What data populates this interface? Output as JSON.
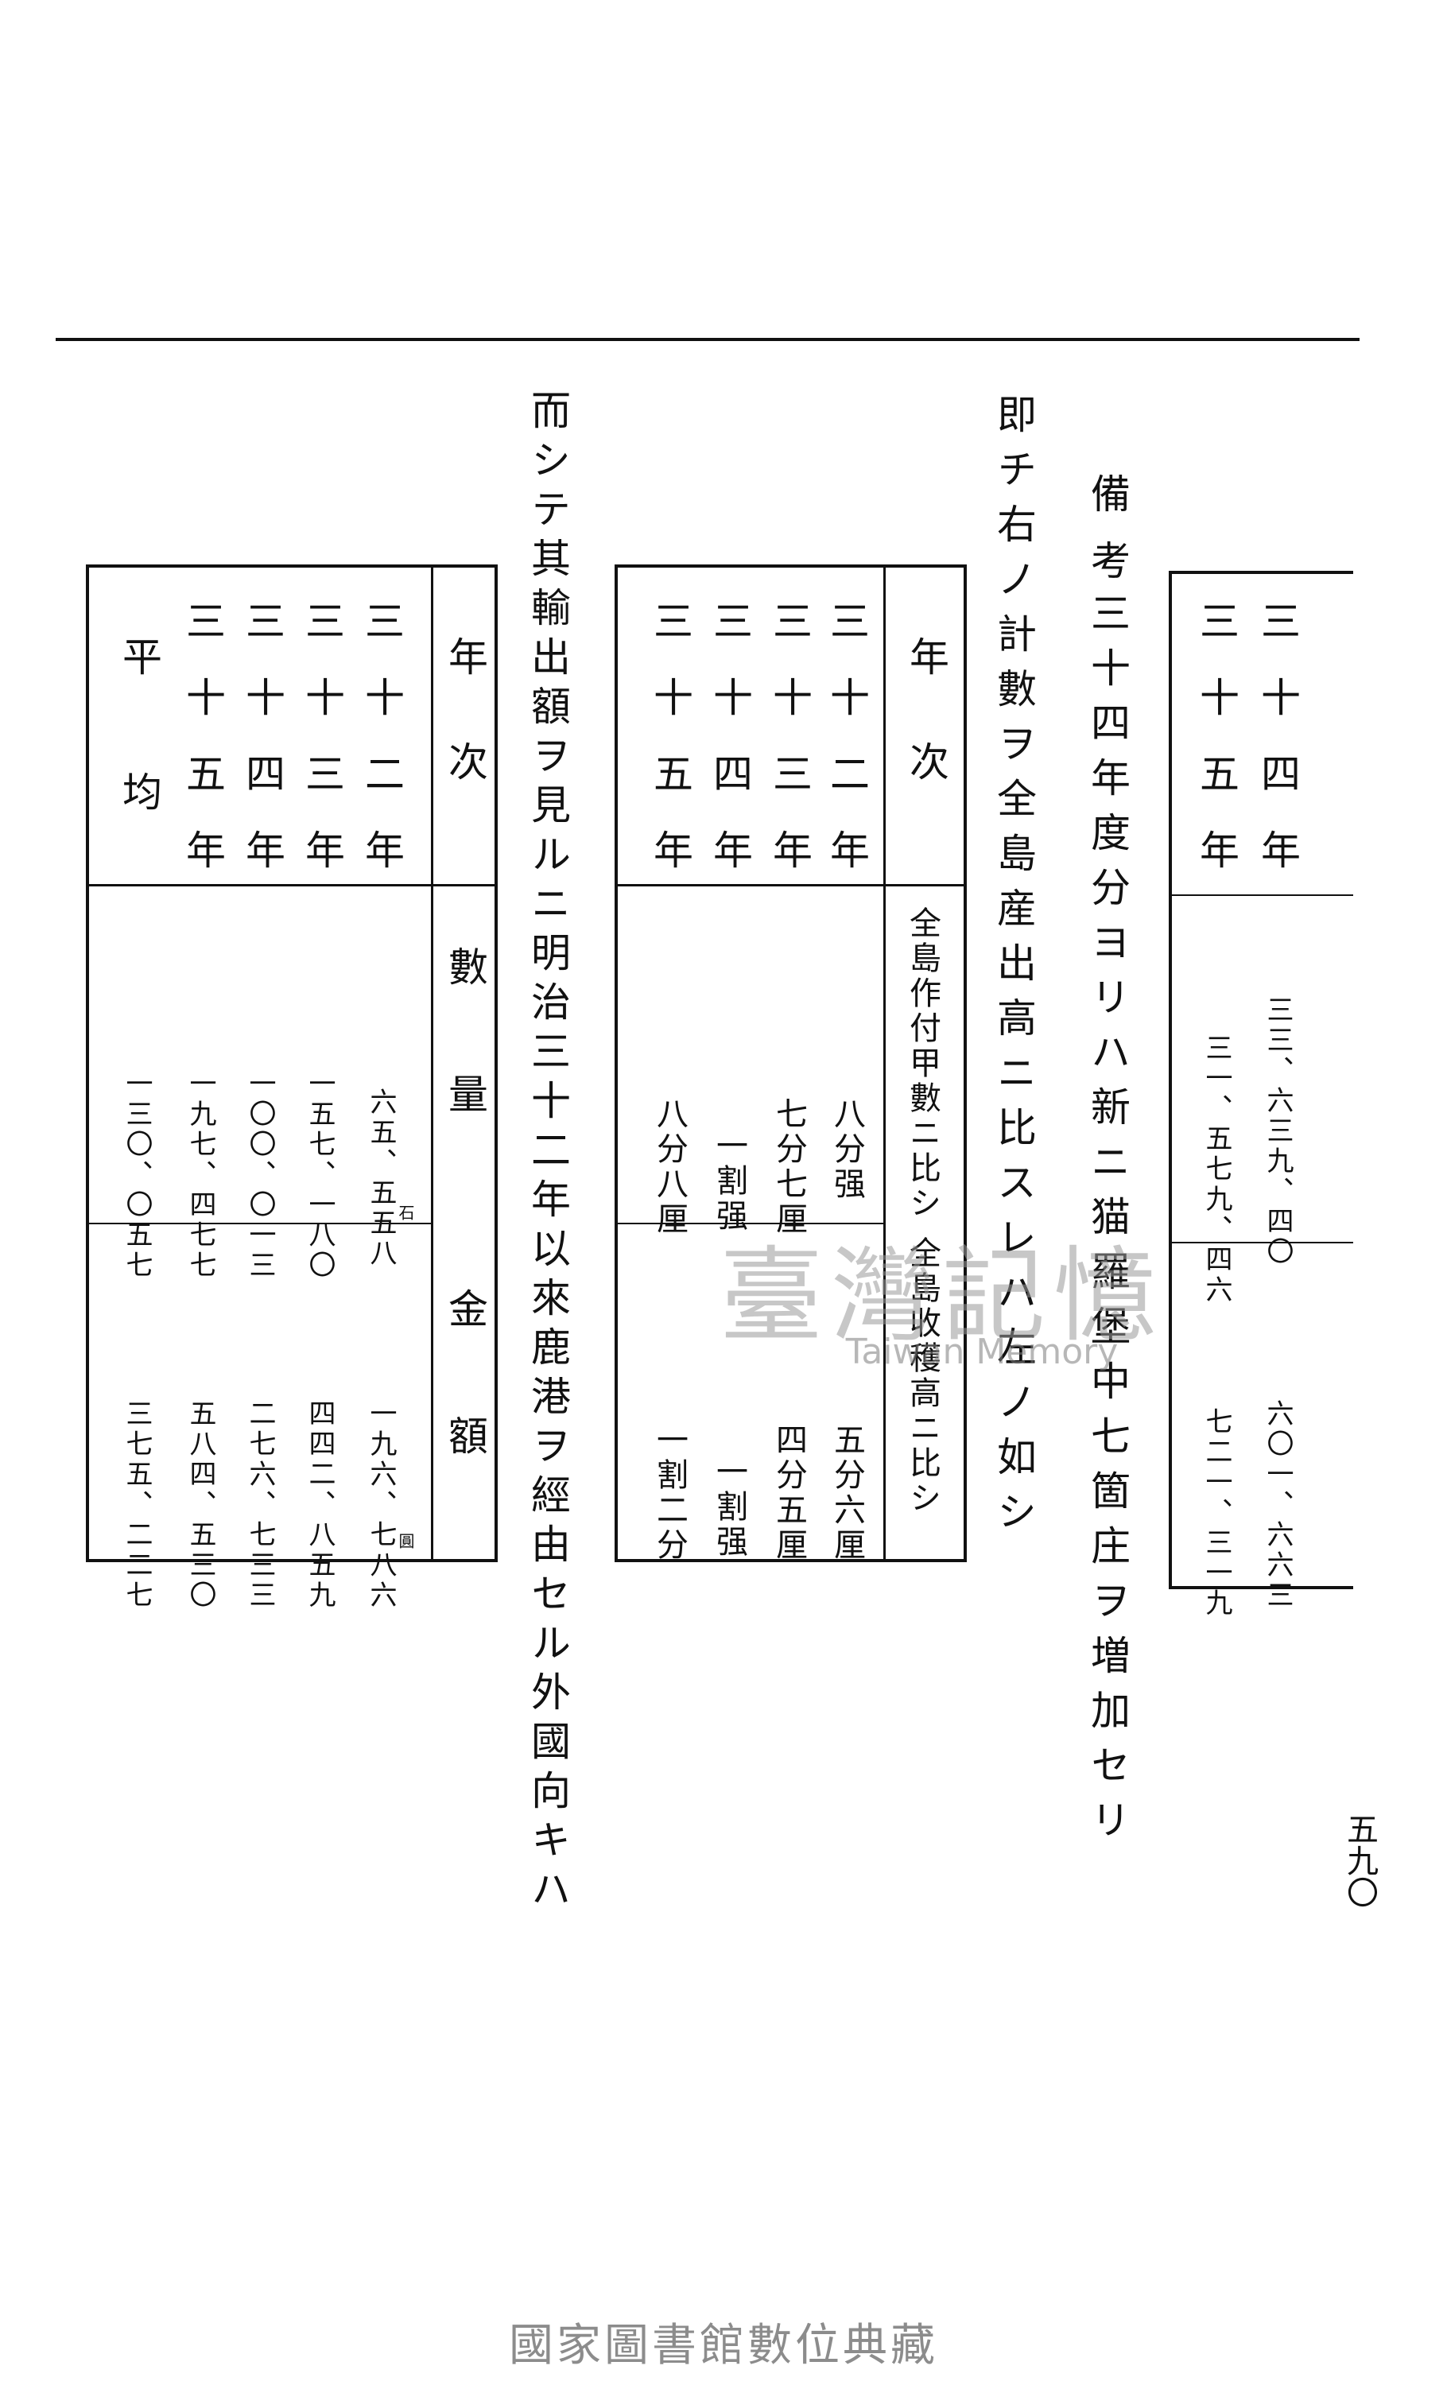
{
  "page_number": "五九〇",
  "table_top_right": {
    "rows": [
      {
        "year": "三十四年",
        "quantity": "三三、六三九、四〇",
        "amount": "六〇一、六六三"
      },
      {
        "year": "三十五年",
        "quantity": "三一、五七九、四六",
        "amount": "七二一、三一九"
      }
    ]
  },
  "remarks": {
    "label": "備考",
    "line1": "三十四年度分ヨリハ新ニ猫羅堡中七箇庄ヲ増加セリ",
    "line2": "即チ右ノ計數ヲ全島産出高ニ比スレハ左ノ如シ"
  },
  "table_ratio": {
    "headers": {
      "year": "年次",
      "planted": "全島作付甲數ニ比シ",
      "harvest": "全島收穫高ニ比シ"
    },
    "rows": [
      {
        "year": "三十二年",
        "planted": "八分强",
        "harvest": "五分六厘"
      },
      {
        "year": "三十三年",
        "planted": "七分七厘",
        "harvest": "四分五厘"
      },
      {
        "year": "三十四年",
        "planted": "一割强",
        "harvest": "一割强"
      },
      {
        "year": "三十五年",
        "planted": "八分八厘",
        "harvest": "一割二分"
      }
    ]
  },
  "paragraph": {
    "line1": "而シテ其輸出額ヲ見ルニ明治三十二年以來鹿港ヲ經由セル外國向キハ"
  },
  "table_export": {
    "headers": {
      "year": "年次",
      "quantity": "數量",
      "amount": "金額"
    },
    "units": {
      "quantity": "石",
      "amount": "圓"
    },
    "rows": [
      {
        "year": "三十二年",
        "quantity": "六五、五五八",
        "amount": "一九六、七八六"
      },
      {
        "year": "三十三年",
        "quantity": "一五七、一八〇",
        "amount": "四四二、八五九"
      },
      {
        "year": "三十四年",
        "quantity": "一〇〇、〇一三",
        "amount": "二七六、七三三"
      },
      {
        "year": "三十五年",
        "quantity": "一九七、四七七",
        "amount": "五八四、五三〇"
      },
      {
        "year": "平均",
        "quantity": "一三〇、〇五七",
        "amount": "三七五、二二七"
      }
    ]
  },
  "watermark": {
    "chinese": "臺灣記憶",
    "english": "Taiwan Memory"
  },
  "footer": "國家圖書館數位典藏"
}
